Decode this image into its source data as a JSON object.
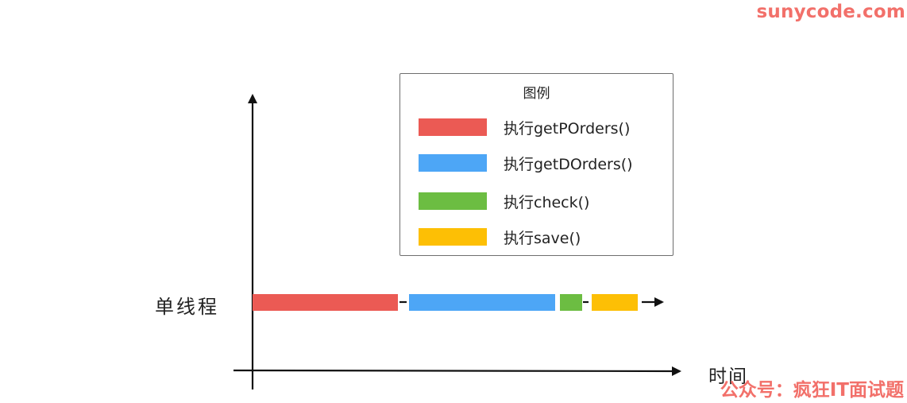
{
  "watermark": {
    "top": "sunycode.com",
    "bottom": "公众号：疯狂IT面试题"
  },
  "chart": {
    "y_axis_label": "单线程",
    "x_axis_label": "时间"
  },
  "legend": {
    "title": "图例",
    "items": [
      {
        "label": "执行getPOrders()",
        "color": "#eb5a54"
      },
      {
        "label": "执行getDOrders()",
        "color": "#4da6f6"
      },
      {
        "label": "执行check()",
        "color": "#6cbd42"
      },
      {
        "label": "执行save()",
        "color": "#fdbf05"
      }
    ]
  },
  "chart_data": {
    "type": "timeline",
    "title": "",
    "xlabel": "时间",
    "ylabel": "",
    "rows": [
      {
        "name": "单线程",
        "segments": [
          {
            "task": "执行getPOrders()",
            "color": "#eb5a54",
            "order": 1
          },
          {
            "task": "执行getDOrders()",
            "color": "#4da6f6",
            "order": 2
          },
          {
            "task": "执行check()",
            "color": "#6cbd42",
            "order": 3
          },
          {
            "task": "执行save()",
            "color": "#fdbf05",
            "order": 4
          }
        ]
      }
    ]
  }
}
